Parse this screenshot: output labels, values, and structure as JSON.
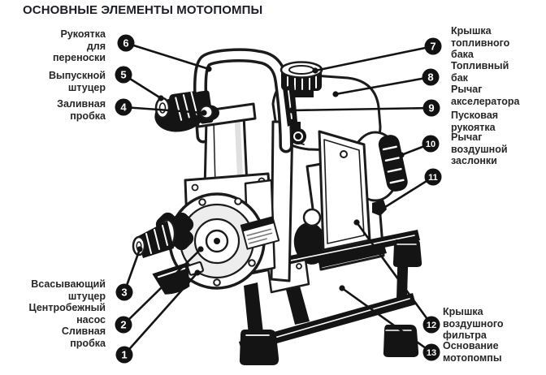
{
  "title": "ОСНОВНЫЕ ЭЛЕМЕНТЫ МОТОПОМПЫ",
  "colors": {
    "background": "#ffffff",
    "line_art": "#1b1b1b",
    "label_text": "#262626",
    "callout_fill": "#121212",
    "callout_number": "#ffffff"
  },
  "callouts": [
    {
      "num": "1",
      "label": "Сливная\nпробка"
    },
    {
      "num": "2",
      "label": "Центробежный\nнасос"
    },
    {
      "num": "3",
      "label": "Всасывающий\nштуцер"
    },
    {
      "num": "4",
      "label": "Заливная\nпробка"
    },
    {
      "num": "5",
      "label": "Выпускной\nштуцер"
    },
    {
      "num": "6",
      "label": "Рукоятка\nдля\nпереноски"
    },
    {
      "num": "7",
      "label": "Крышка\nтопливного\nбака"
    },
    {
      "num": "8",
      "label": "Топливный\nбак"
    },
    {
      "num": "9",
      "label": "Рычаг\nакселератора"
    },
    {
      "num": "10",
      "label": "Пусковая\nрукоятка"
    },
    {
      "num": "11",
      "label": "Рычаг\nвоздушной\nзаслонки"
    },
    {
      "num": "12",
      "label": "Крышка\nвоздушного\nфильтра"
    },
    {
      "num": "13",
      "label": "Основание\nмотопомпы"
    }
  ]
}
